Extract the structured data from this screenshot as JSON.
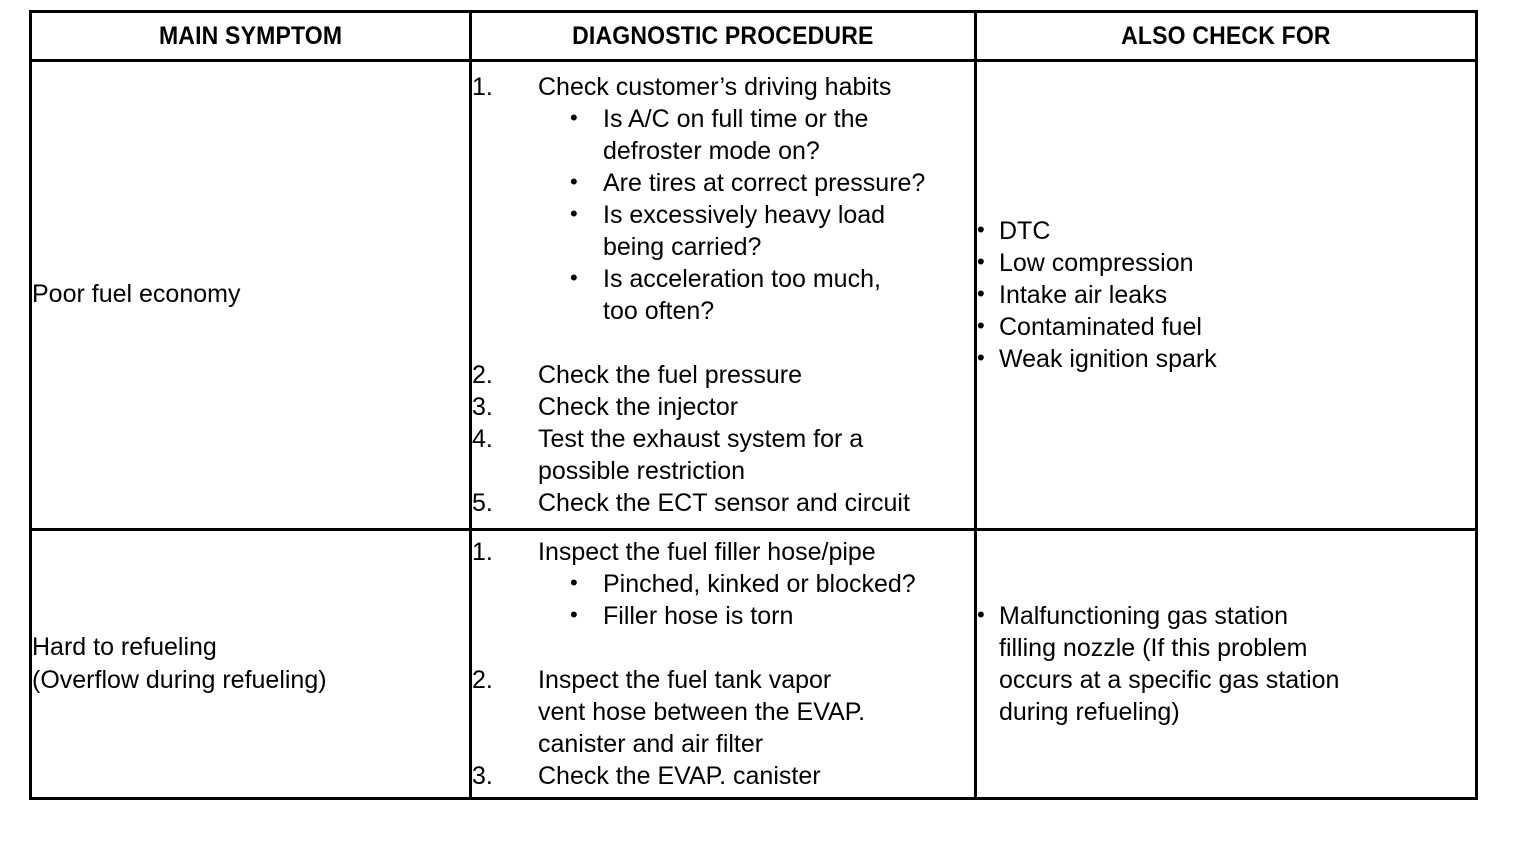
{
  "table": {
    "headers": [
      {
        "label": "MAIN SYMPTOM"
      },
      {
        "label": "DIAGNOSTIC PROCEDURE"
      },
      {
        "label": "ALSO CHECK FOR"
      }
    ],
    "rows": [
      {
        "symptom": {
          "line1": "Poor fuel economy",
          "line2": ""
        },
        "procedure": [
          {
            "num": "1.",
            "text": "Check customer’s driving habits",
            "bullets": [
              {
                "line1": "Is A/C on full time or the",
                "line2": "defroster mode on?"
              },
              {
                "line1": "Are tires at correct pressure?",
                "line2": ""
              },
              {
                "line1": "Is excessively heavy load",
                "line2": "being carried?"
              },
              {
                "line1": "Is acceleration too much,",
                "line2": "too often?"
              }
            ]
          },
          {
            "num": "2.",
            "text": "Check the fuel pressure",
            "line2": "",
            "bullets": []
          },
          {
            "num": "3.",
            "text": "Check the injector",
            "line2": "",
            "bullets": []
          },
          {
            "num": "4.",
            "text": "Test the exhaust system for a",
            "line2": "possible restriction",
            "bullets": []
          },
          {
            "num": "5.",
            "text": "Check the ECT sensor and circuit",
            "line2": "",
            "bullets": []
          }
        ],
        "check": [
          {
            "line1": "DTC",
            "line2": "",
            "line3": "",
            "line4": ""
          },
          {
            "line1": "Low compression",
            "line2": "",
            "line3": "",
            "line4": ""
          },
          {
            "line1": "Intake air leaks",
            "line2": "",
            "line3": "",
            "line4": ""
          },
          {
            "line1": "Contaminated fuel",
            "line2": "",
            "line3": "",
            "line4": ""
          },
          {
            "line1": "Weak ignition spark",
            "line2": "",
            "line3": "",
            "line4": ""
          }
        ]
      },
      {
        "symptom": {
          "line1": "Hard to refueling",
          "line2": "(Overflow during refueling)"
        },
        "procedure": [
          {
            "num": "1.",
            "text": "Inspect the fuel filler hose/pipe",
            "bullets": [
              {
                "line1": "Pinched, kinked or blocked?",
                "line2": ""
              },
              {
                "line1": "Filler hose is torn",
                "line2": ""
              }
            ]
          },
          {
            "num": "2.",
            "text": "Inspect the fuel tank vapor",
            "line2": "vent hose between the EVAP.",
            "line3": "canister and air filter",
            "bullets": []
          },
          {
            "num": "3.",
            "text": "Check the EVAP. canister",
            "line2": "",
            "bullets": []
          }
        ],
        "check": [
          {
            "line1": "Malfunctioning gas station",
            "line2": "filling nozzle (If this problem",
            "line3": "occurs at a specific gas station",
            "line4": "during refueling)"
          }
        ]
      }
    ]
  },
  "glyphs": {
    "bullet": "•"
  },
  "colors": {
    "ink": "#000000",
    "paper": "#ffffff"
  }
}
